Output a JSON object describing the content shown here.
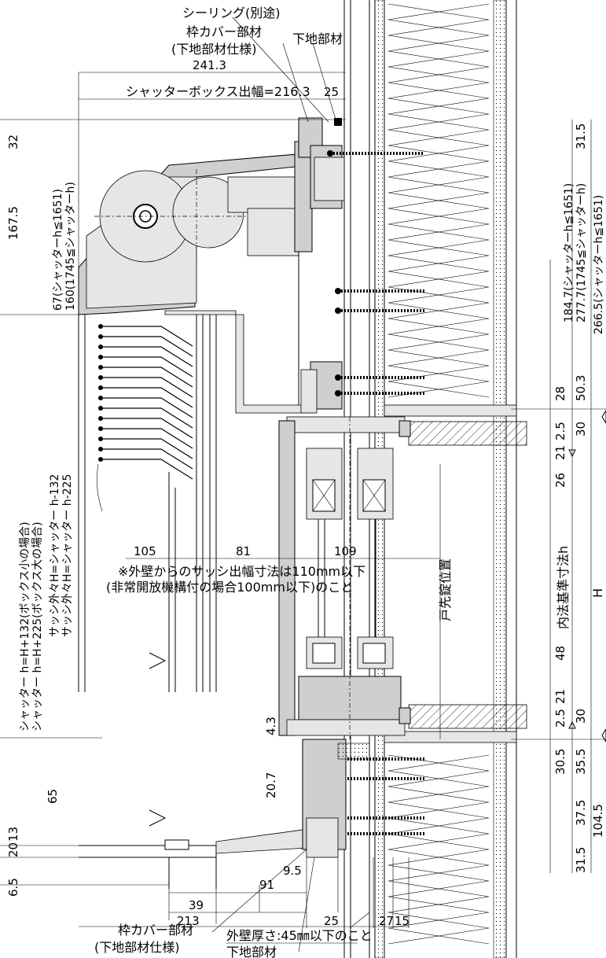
{
  "labels": {
    "sealing": "シーリング(別途)",
    "frame_cover_top": "枠カバー部材",
    "substrate_spec_top": "(下地部材仕様)",
    "substrate_top": "下地部材",
    "box_projection": "シャッターボックス出幅=216.3",
    "box_projection_extra": "25",
    "note_line1": "※外壁からのサッシ出幅寸法は110mm以下",
    "note_line2": "(非常開放機構付の場合100mm以下)のこと",
    "door_lock_position": "戸先錠位置",
    "inner_standard_dim": "内法基準寸法h",
    "big_h": "H",
    "frame_cover_bottom": "枠カバー部材",
    "substrate_spec_bottom": "(下地部材仕様)",
    "wall_thickness": "外壁厚さ:45㎜以下のこと",
    "substrate_bottom": "下地部材",
    "shutter_h_small": "シャッター h=H+132(ボックス小の場合)",
    "shutter_h_large": "シャッター h=H+225(ボックス大の場合)",
    "sash_h_small": "サッシ外々H=シャッター h-132",
    "sash_h_large": "サッシ外々H=シャッター h-225",
    "box_dim_small": "67(シャッターh≦1651)",
    "box_dim_large": "160(1745≦シャッターh)",
    "right_dim_1": "184.7(シャッターh≦1651)",
    "right_dim_2": "277.7(1745≦シャッターh)",
    "right_dim_3": "266.5(シャッターh≦1651)"
  },
  "dims": {
    "d241": "241.3",
    "d32": "32",
    "d167": "167.5",
    "d31_5_top": "31.5",
    "d28": "28",
    "d50_3": "50.3",
    "d2_5_top": "2.5",
    "d30_top": "30",
    "d21_top": "21",
    "d26": "26",
    "d105": "105",
    "d81": "81",
    "d109": "109",
    "d48": "48",
    "d21_bot": "21",
    "d2_5_bot": "2.5",
    "d30_bot": "30",
    "d4_3": "4.3",
    "d30_5": "30.5",
    "d35_5": "35.5",
    "d65": "65",
    "d20_7": "20.7",
    "d37_5": "37.5",
    "d104_5": "104.5",
    "d20": "20",
    "d13": "13",
    "d31_5_bot": "31.5",
    "d6_5": "6.5",
    "d9_5": "9.5",
    "d39": "39",
    "d91": "91",
    "d213": "213",
    "d25": "25",
    "d27": "27",
    "d15": "15"
  }
}
